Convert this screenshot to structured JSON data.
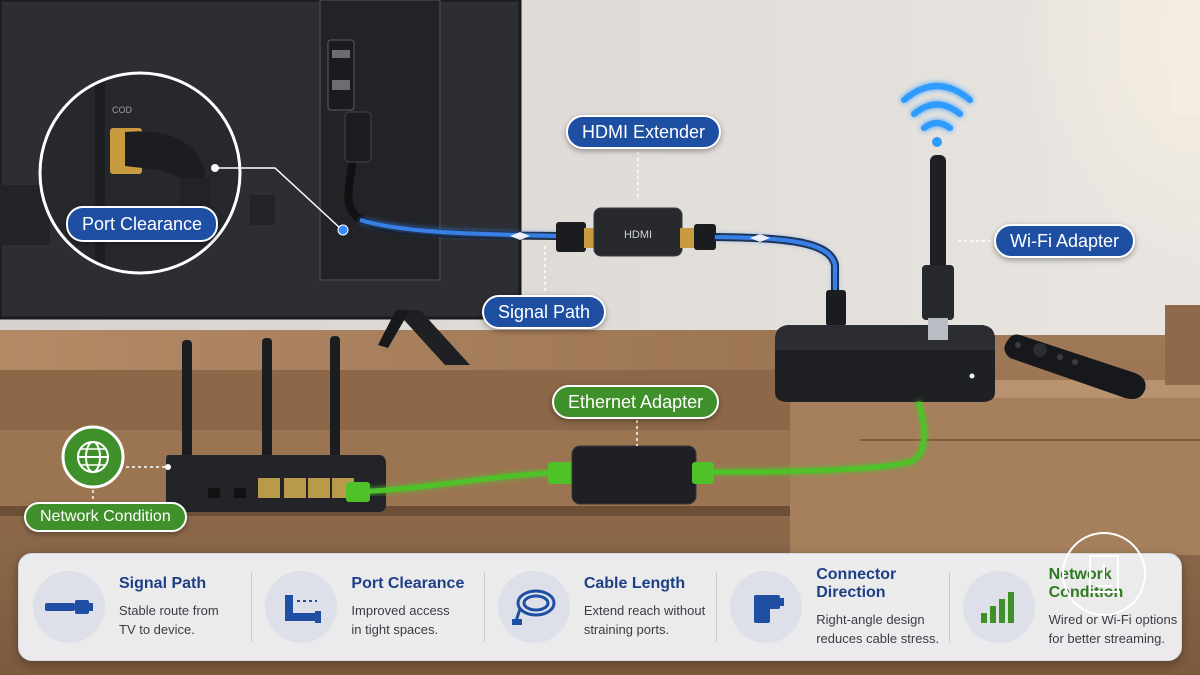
{
  "callouts": {
    "hdmi_extender": "HDMI Extender",
    "port_clearance": "Port Clearance",
    "signal_path": "Signal Path",
    "wifi_adapter": "Wi-Fi Adapter",
    "ethernet_adapter": "Ethernet Adapter",
    "network_condition": "Network Condition"
  },
  "device_labels": {
    "hdmi_extender_body": "HDMI",
    "tv_port_marks": "COD"
  },
  "features": [
    {
      "title": "Signal Path",
      "desc": "Stable route from\nTV to device.",
      "icon": "hdmi-cable-icon"
    },
    {
      "title": "Port Clearance",
      "desc": "Improved access\nin tight spaces.",
      "icon": "port-clearance-icon"
    },
    {
      "title": "Cable Length",
      "desc": "Extend reach without\nstraining ports.",
      "icon": "coiled-cable-icon"
    },
    {
      "title": "Connector Direction",
      "desc": "Right-angle design\nreduces cable stress.",
      "icon": "right-angle-connector-icon"
    },
    {
      "title": "Network Condition",
      "desc": "Wired or Wi-Fi options\nfor better streaming.",
      "icon": "signal-bars-icon"
    }
  ],
  "colors": {
    "hdmi_blue": "#1e4fa3",
    "signal_glow": "#3d8cff",
    "ethernet_green": "#4fc22a",
    "network_green": "#3f8f2a",
    "wifi_blue": "#2f9bff"
  }
}
